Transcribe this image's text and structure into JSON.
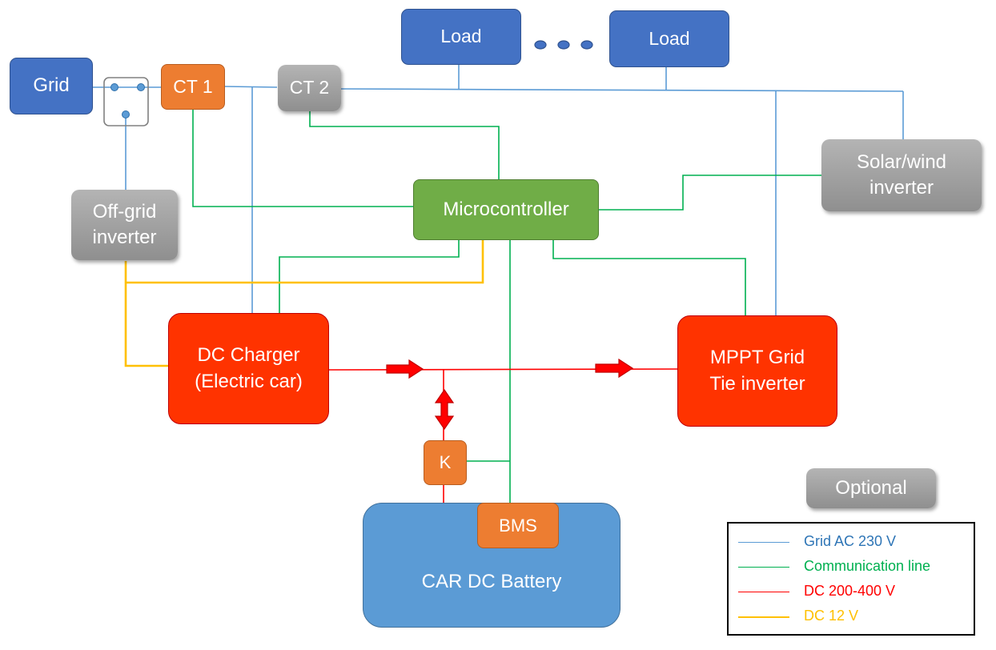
{
  "colors": {
    "grid_ac": "#5b9bd5",
    "communication": "#00b050",
    "dc_high": "#ff0000",
    "dc_low": "#ffc000",
    "block_blue": "#4472c4",
    "block_orange": "#ed7d31",
    "block_gray": "#a5a5a5",
    "block_green": "#70ad47",
    "block_red": "#ff3300",
    "battery": "#5b9bd5"
  },
  "blocks": {
    "grid": "Grid",
    "load_1": "Load",
    "load_2": "Load",
    "ct1": "CT 1",
    "ct2": "CT 2",
    "solar_wind_inverter": "Solar/wind\ninverter",
    "off_grid_inverter": "Off-grid\ninverter",
    "microcontroller": "Microcontroller",
    "dc_charger": "DC Charger\n(Electric car)",
    "mppt_inverter": "MPPT Grid\nTie inverter",
    "contactor": "K",
    "bms": "BMS",
    "car_battery": "CAR DC Battery",
    "optional": "Optional"
  },
  "legend": [
    {
      "label": "Grid AC 230 V",
      "color": "#5b9bd5"
    },
    {
      "label": "Communication line",
      "color": "#00b050"
    },
    {
      "label": "DC 200-400 V",
      "color": "#ff0000"
    },
    {
      "label": "DC 12 V",
      "color": "#ffc000"
    }
  ]
}
